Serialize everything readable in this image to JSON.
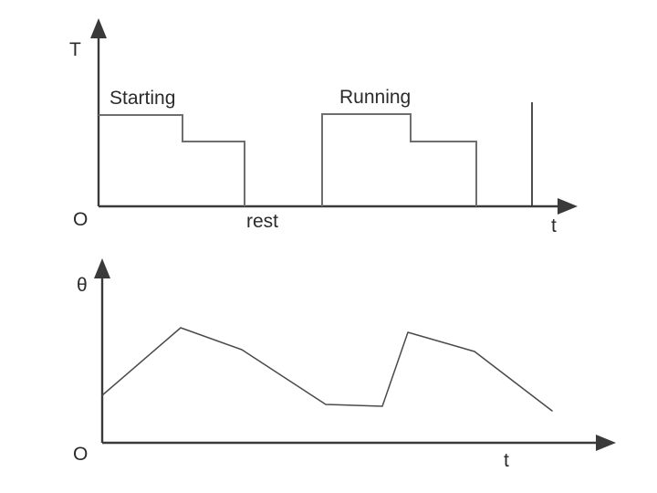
{
  "figure": {
    "title": "Duty cycle torque and temperature rise versus time",
    "background_color": "#ffffff",
    "ink_color": "#2b2b2b",
    "step_color": "#6e6e6e",
    "curve_color": "#4a4a4a"
  },
  "top_chart": {
    "y_axis_label": "T",
    "x_axis_label": "t",
    "origin_label": "O",
    "phase_labels": [
      {
        "name": "starting-label",
        "text": "Starting"
      },
      {
        "name": "running-label",
        "text": "Running"
      }
    ],
    "rest_label": "rest"
  },
  "bottom_chart": {
    "y_axis_label": "θ",
    "x_axis_label": "t",
    "origin_label": "O"
  },
  "chart_data": [
    {
      "type": "line",
      "name": "torque-duty-cycle",
      "title": "T vs t (duty cycle)",
      "xlabel": "t",
      "ylabel": "T",
      "xlim": [
        0,
        520
      ],
      "ylim": [
        0,
        100
      ],
      "grid": false,
      "legend": "none",
      "annotations": [
        "Starting",
        "Running",
        "rest"
      ],
      "series": [
        {
          "name": "duty-steps",
          "style": "step",
          "x": [
            0,
            0,
            92,
            92,
            160,
            160,
            245,
            245,
            342,
            342,
            414,
            414,
            475,
            475
          ],
          "y": [
            0,
            68,
            68,
            39,
            39,
            0,
            0,
            69,
            69,
            39,
            39,
            0,
            0,
            80
          ]
        }
      ],
      "segments": [
        {
          "label": "Starting",
          "x_start": 0,
          "x_end": 160,
          "levels": [
            68,
            39
          ]
        },
        {
          "label": "rest",
          "x_start": 160,
          "x_end": 245,
          "levels": [
            0
          ]
        },
        {
          "label": "Running",
          "x_start": 245,
          "x_end": 414,
          "levels": [
            69,
            39
          ]
        },
        {
          "label": "next-cycle-spike",
          "x_start": 475,
          "x_end": 475,
          "levels": [
            80
          ]
        }
      ]
    },
    {
      "type": "line",
      "name": "temperature-rise",
      "title": "θ vs t (temperature rise)",
      "xlabel": "t",
      "ylabel": "θ",
      "xlim": [
        0,
        520
      ],
      "ylim": [
        0,
        100
      ],
      "grid": false,
      "legend": "none",
      "series": [
        {
          "name": "theta",
          "style": "piecewise-linear",
          "x": [
            0,
            86,
            153,
            245,
            335,
            397,
            408,
            476,
            493,
            560
          ],
          "y": [
            29,
            71,
            63,
            50,
            24,
            23,
            69,
            63,
            49,
            18
          ]
        }
      ]
    }
  ]
}
